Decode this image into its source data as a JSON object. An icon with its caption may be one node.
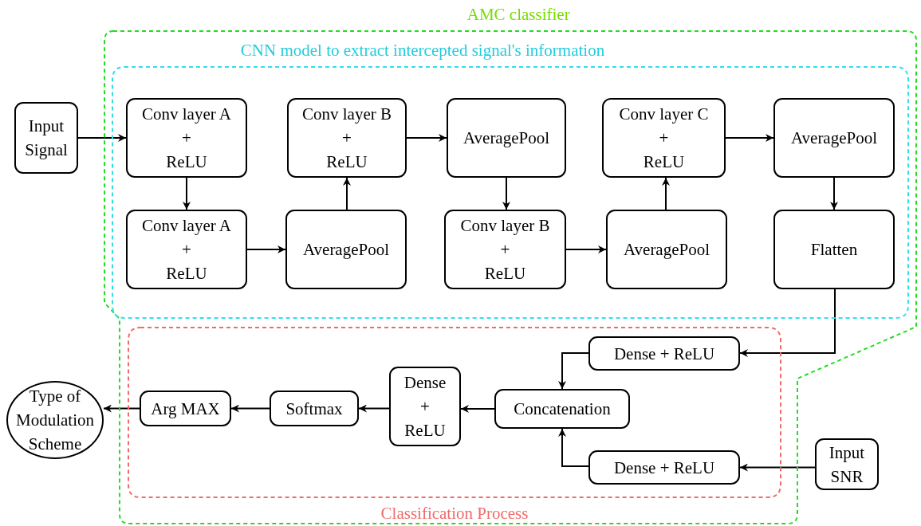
{
  "diagram": {
    "nodes": [
      {
        "text": [
          "AMC classifier"
        ]
      },
      {
        "text": [
          "CNN model to extract intercepted signal's information"
        ],
        "in": 0
      },
      {
        "text": [
          "Classification Process"
        ],
        "in": 0
      },
      {
        "text": [
          "Input Signal"
        ]
      },
      {
        "text": [
          "Conv layer A + ReLU"
        ],
        "in": 1
      },
      {
        "text": [
          "Conv layer A + ReLU"
        ],
        "in": 1
      },
      {
        "text": [
          "AveragePool"
        ],
        "in": 1
      },
      {
        "text": [
          "Conv layer B + ReLU"
        ],
        "in": 1
      },
      {
        "text": [
          "AveragePool"
        ],
        "in": 1
      },
      {
        "text": [
          "Conv layer B + ReLU"
        ],
        "in": 1
      },
      {
        "text": [
          "AveragePool"
        ],
        "in": 1
      },
      {
        "text": [
          "Conv layer C + ReLU"
        ],
        "in": 1
      },
      {
        "text": [
          "AveragePool"
        ],
        "in": 1
      },
      {
        "text": [
          "Flatten"
        ],
        "in": 1
      },
      {
        "text": [
          "Dense + ReLU"
        ],
        "in": 2
      },
      {
        "text": [
          "Concatenation"
        ],
        "in": 2
      },
      {
        "text": [
          "Dense + ReLU"
        ],
        "in": 2
      },
      {
        "text": [
          "Dense + ReLU"
        ],
        "in": 2
      },
      {
        "text": [
          "Softmax"
        ],
        "in": 2
      },
      {
        "text": [
          "Arg MAX"
        ],
        "in": 2
      },
      {
        "text": [
          "Type of Modulation Scheme"
        ]
      },
      {
        "text": [
          "Input SNR"
        ]
      }
    ],
    "edges": [
      {
        "from": 3,
        "to": 4,
        "arrow": "to"
      },
      {
        "from": 4,
        "to": 5,
        "arrow": "to"
      },
      {
        "from": 5,
        "to": 6,
        "arrow": "to"
      },
      {
        "from": 6,
        "to": 7,
        "arrow": "to"
      },
      {
        "from": 7,
        "to": 8,
        "arrow": "to"
      },
      {
        "from": 8,
        "to": 9,
        "arrow": "to"
      },
      {
        "from": 9,
        "to": 10,
        "arrow": "to"
      },
      {
        "from": 10,
        "to": 11,
        "arrow": "to"
      },
      {
        "from": 11,
        "to": 12,
        "arrow": "to"
      },
      {
        "from": 12,
        "to": 13,
        "arrow": "to"
      },
      {
        "from": 13,
        "to": 14,
        "arrow": "to"
      },
      {
        "from": 14,
        "to": 15,
        "arrow": "to"
      },
      {
        "from": 21,
        "to": 16,
        "arrow": "to"
      },
      {
        "from": 16,
        "to": 15,
        "arrow": "to"
      },
      {
        "from": 15,
        "to": 17,
        "arrow": "to"
      },
      {
        "from": 17,
        "to": 18,
        "arrow": "to"
      },
      {
        "from": 18,
        "to": 19,
        "arrow": "to"
      },
      {
        "from": 19,
        "to": 20,
        "arrow": "to"
      }
    ]
  }
}
